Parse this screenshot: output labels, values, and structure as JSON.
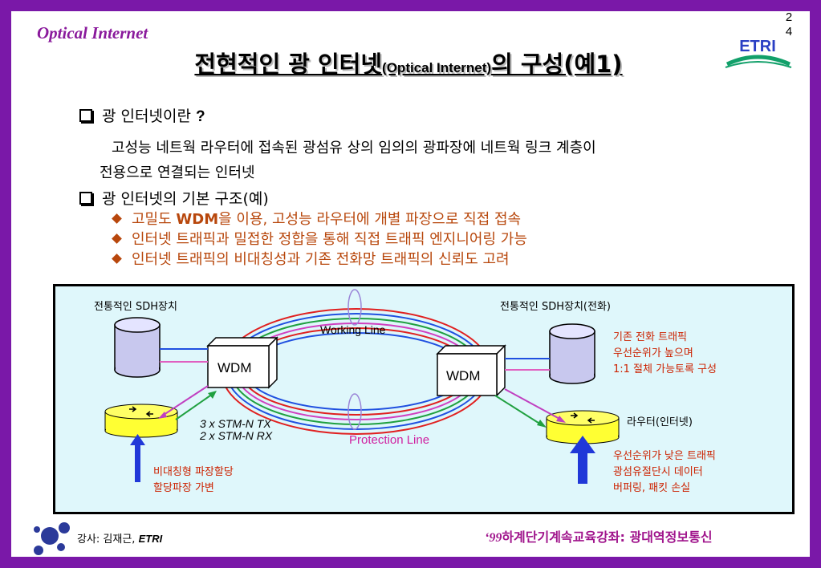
{
  "header": {
    "brand": "Optical Internet",
    "page_number_line1": "2",
    "page_number_line2": "4",
    "logo_text": "ETRI"
  },
  "title": {
    "main": "전현적인 광 인터넷",
    "paren": "(Optical Internet)",
    "suffix": "의 구성(예1)"
  },
  "section1": {
    "heading": "광 인터넷이란",
    "heading_mark": "?",
    "desc_line1": "고성능 네트웍 라우터에 접속된 광섬유 상의 임의의 광파장에 네트웍 링크 계층이",
    "desc_line2": "전용으로 연결되는 인터넷"
  },
  "section2": {
    "heading": "광 인터넷의 기본 구조(예)",
    "items": [
      {
        "pre": "고밀도 ",
        "bold": "WDM",
        "post": "을 이용, 고성능 라우터에 개별 파장으로 직접 접속"
      },
      {
        "text": "인터넷 트래픽과 밀접한 정합을 통해 직접 트래픽 엔지니어링 가능"
      },
      {
        "text": "인터넷 트래픽의 비대칭성과 기존 전화망 트래픽의 신뢰도 고려"
      }
    ]
  },
  "diagram": {
    "left_sdh": "전통적인 SDH장치",
    "right_sdh": "전통적인 SDH장치(전화)",
    "working_line": "Working Line",
    "protection_line": "Protection Line",
    "wdm_left": "WDM",
    "wdm_right": "WDM",
    "stm_tx": "3 x STM-N TX",
    "stm_rx": "2 x STM-N RX",
    "phone_traffic": [
      "기존 전화 트래픽",
      "우선순위가 높으며",
      "1:1 절체 가능토록 구성"
    ],
    "router_label": "라우터(인터넷)",
    "low_priority": [
      "우선순위가 낮은 트래픽",
      "광섬유절단시 데이터",
      "버퍼링, 패킷 손실"
    ],
    "asym": [
      "비대칭형 파장할당",
      "할당파장 가변"
    ]
  },
  "footer": {
    "lecturer_prefix": "강사: 김재근, ",
    "lecturer_org": "ETRI",
    "course_year": "‘99",
    "course_name": "하계단기계속교육강좌: 광대역정보통신"
  },
  "colors": {
    "frame": "#7a18a8",
    "bullet_text": "#b8470c",
    "diagram_bg": "#dff7fb",
    "footer_text": "#a0148c",
    "router_fill": "#ffff33"
  }
}
